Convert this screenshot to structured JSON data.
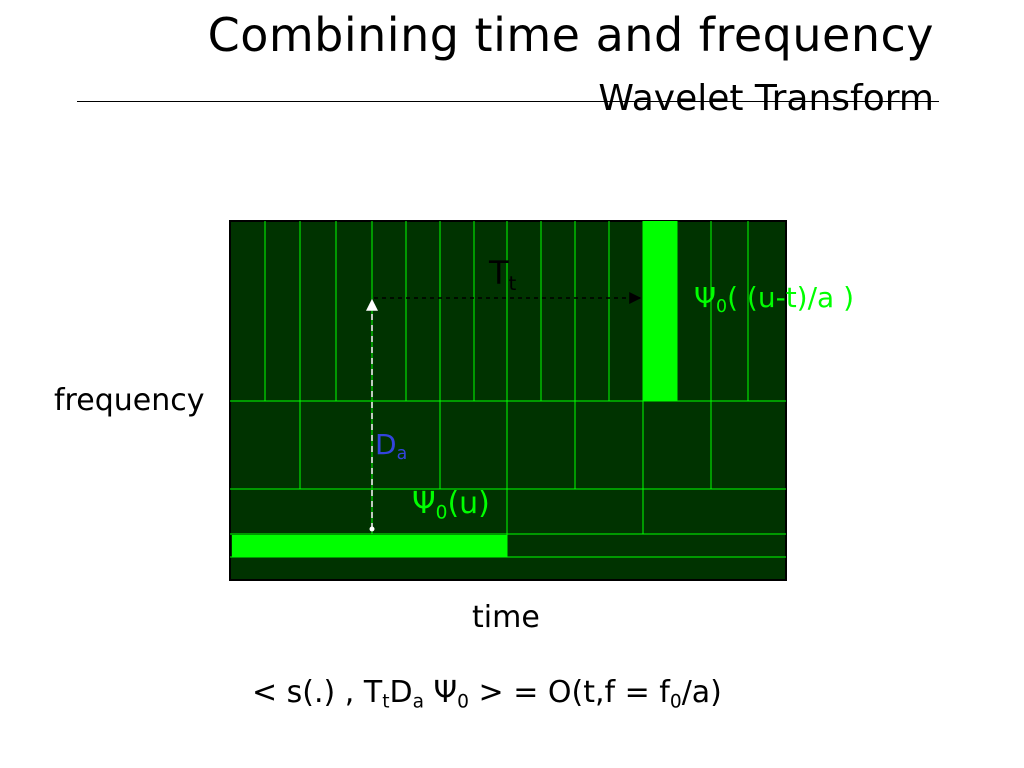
{
  "slide": {
    "title": "Combining time and frequency",
    "subtitle": "Wavelet Transform"
  },
  "diagram": {
    "y_axis_label": "frequency",
    "x_axis_label": "time",
    "translation_label": {
      "main": "T",
      "sub": "t"
    },
    "dilation_label": {
      "main": "D",
      "sub": "a"
    },
    "mother_wavelet_label": {
      "psi": "Ψ",
      "sub": "0",
      "rest": "(u)"
    },
    "shifted_wavelet_label": {
      "psi": "Ψ",
      "sub": "0",
      "rest": "( (u-t)/a )"
    },
    "colors": {
      "background": "#003300",
      "grid_lines": "#00ff00",
      "highlight": "#00ff00",
      "dilation_text": "#3344dd"
    }
  },
  "formula": {
    "part1": "< s(.) , T",
    "sub_t": "t",
    "part2": "D",
    "sub_a": "a",
    "part3": " Ψ",
    "sub_0": "0",
    "part4": " > = O(t,f = f",
    "sub_f0": "0",
    "part5": "/a)"
  }
}
